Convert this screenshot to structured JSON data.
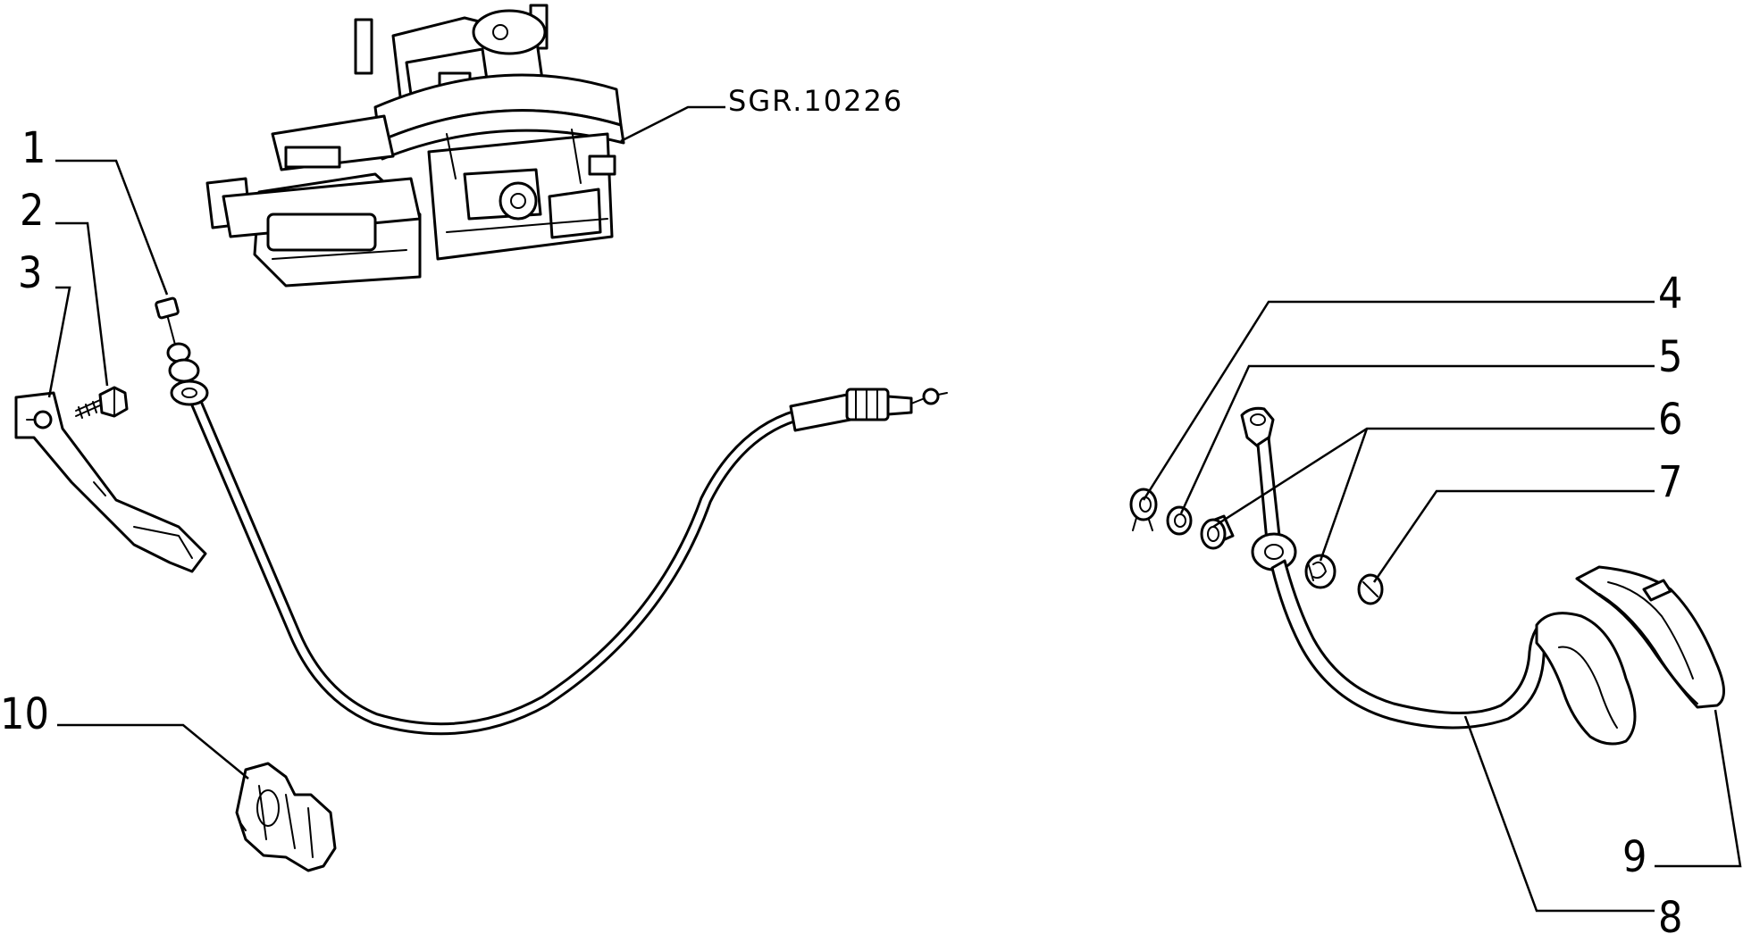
{
  "reference": "SGR.10226",
  "callouts": [
    {
      "id": "1",
      "label": "1"
    },
    {
      "id": "2",
      "label": "2"
    },
    {
      "id": "3",
      "label": "3"
    },
    {
      "id": "4",
      "label": "4"
    },
    {
      "id": "5",
      "label": "5"
    },
    {
      "id": "6",
      "label": "6"
    },
    {
      "id": "7",
      "label": "7"
    },
    {
      "id": "8",
      "label": "8"
    },
    {
      "id": "9",
      "label": "9"
    },
    {
      "id": "10",
      "label": "10"
    }
  ],
  "icons": {
    "carburetor": "carburetor-icon",
    "cable": "throttle-cable-icon",
    "bracket": "bracket-icon",
    "bolt": "bolt-icon",
    "clip": "cable-clip-icon",
    "pedal_arm": "accelerator-pedal-arm-icon",
    "pedal_pad": "pedal-pad-icon"
  }
}
